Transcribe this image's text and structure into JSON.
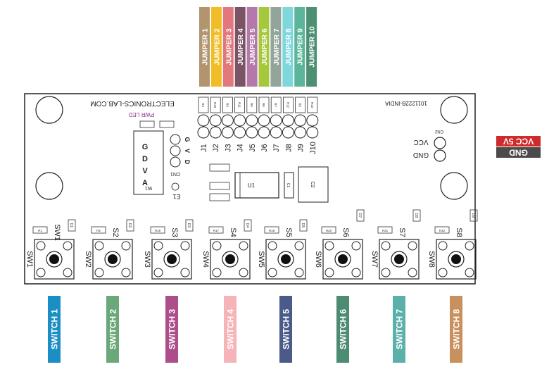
{
  "board": {
    "brand": "ELECTRONICS-LAB.COM",
    "part_number": "1011222B-INDIA",
    "pwr_led_label": "PWR LED",
    "cn1_label": "CN1",
    "cn2_label": "CN2",
    "e1_label": "E1",
    "u1_label": "U1",
    "c1_label": "C1",
    "c2_label": "C2",
    "w1_label": "W1",
    "gdva": [
      "G",
      "D",
      "V",
      "A"
    ],
    "cn1_pins": [
      "G",
      "V",
      "D"
    ],
    "cn2_pins": [
      "VCC",
      "GND"
    ],
    "header_labels": [
      "J1",
      "J2",
      "J3",
      "J4",
      "J5",
      "J6",
      "J7",
      "J8",
      "J9",
      "J10"
    ],
    "resistor_top": [
      "R4",
      "R10",
      "R3",
      "R11",
      "R5",
      "R6",
      "R7",
      "R12",
      "R8",
      "R13"
    ],
    "switches": [
      {
        "s": "SW1",
        "sw": "SW1",
        "r": "R1",
        "d": "D1"
      },
      {
        "s": "S2",
        "sw": "SW2",
        "r": "R2",
        "d": "D2"
      },
      {
        "s": "S3",
        "sw": "SW3",
        "r": "R16",
        "d": "D3"
      },
      {
        "s": "S4",
        "sw": "SW4",
        "r": "R17",
        "d": "D4"
      },
      {
        "s": "S5",
        "sw": "SW5",
        "r": "R18",
        "d": "D5"
      },
      {
        "s": "S6",
        "sw": "SW6",
        "r": "R20",
        "d": "D7"
      },
      {
        "s": "S7",
        "sw": "SW7",
        "r": "R21",
        "d": "D8"
      },
      {
        "s": "S8",
        "sw": "SW8",
        "r": "R22",
        "d": "D9"
      }
    ]
  },
  "jumper_tags": [
    {
      "label": "JUMPER 1",
      "color": "#b2956f"
    },
    {
      "label": "JUMPER 2",
      "color": "#f0bd26"
    },
    {
      "label": "JUMPER 3",
      "color": "#e2787b"
    },
    {
      "label": "JUMPER 4",
      "color": "#7a5465"
    },
    {
      "label": "JUMPER 5",
      "color": "#b479aa"
    },
    {
      "label": "JUMPER 6",
      "color": "#a6c83c"
    },
    {
      "label": "JUMPER 7",
      "color": "#93a49b"
    },
    {
      "label": "JUMPER 8",
      "color": "#7fd7dc"
    },
    {
      "label": "JUMPER 9",
      "color": "#5cb59a"
    },
    {
      "label": "JUMPER 10",
      "color": "#4d8f73"
    }
  ],
  "switch_tags": [
    {
      "label": "SWITCH 1",
      "color": "#1b8fc5"
    },
    {
      "label": "SWITCH 2",
      "color": "#6aa87a"
    },
    {
      "label": "SWITCH 3",
      "color": "#ad4d8a"
    },
    {
      "label": "SWITCH 4",
      "color": "#f6b4b8"
    },
    {
      "label": "SWITCH 5",
      "color": "#4a5a89"
    },
    {
      "label": "SWITCH 6",
      "color": "#4d8c73"
    },
    {
      "label": "SWITCH 7",
      "color": "#5bb0aa"
    },
    {
      "label": "SWITCH 8",
      "color": "#c8905c"
    }
  ],
  "power_tags": [
    {
      "label": "VCC 5V",
      "color": "#d02b2b"
    },
    {
      "label": "GND",
      "color": "#4b4b4b"
    }
  ]
}
